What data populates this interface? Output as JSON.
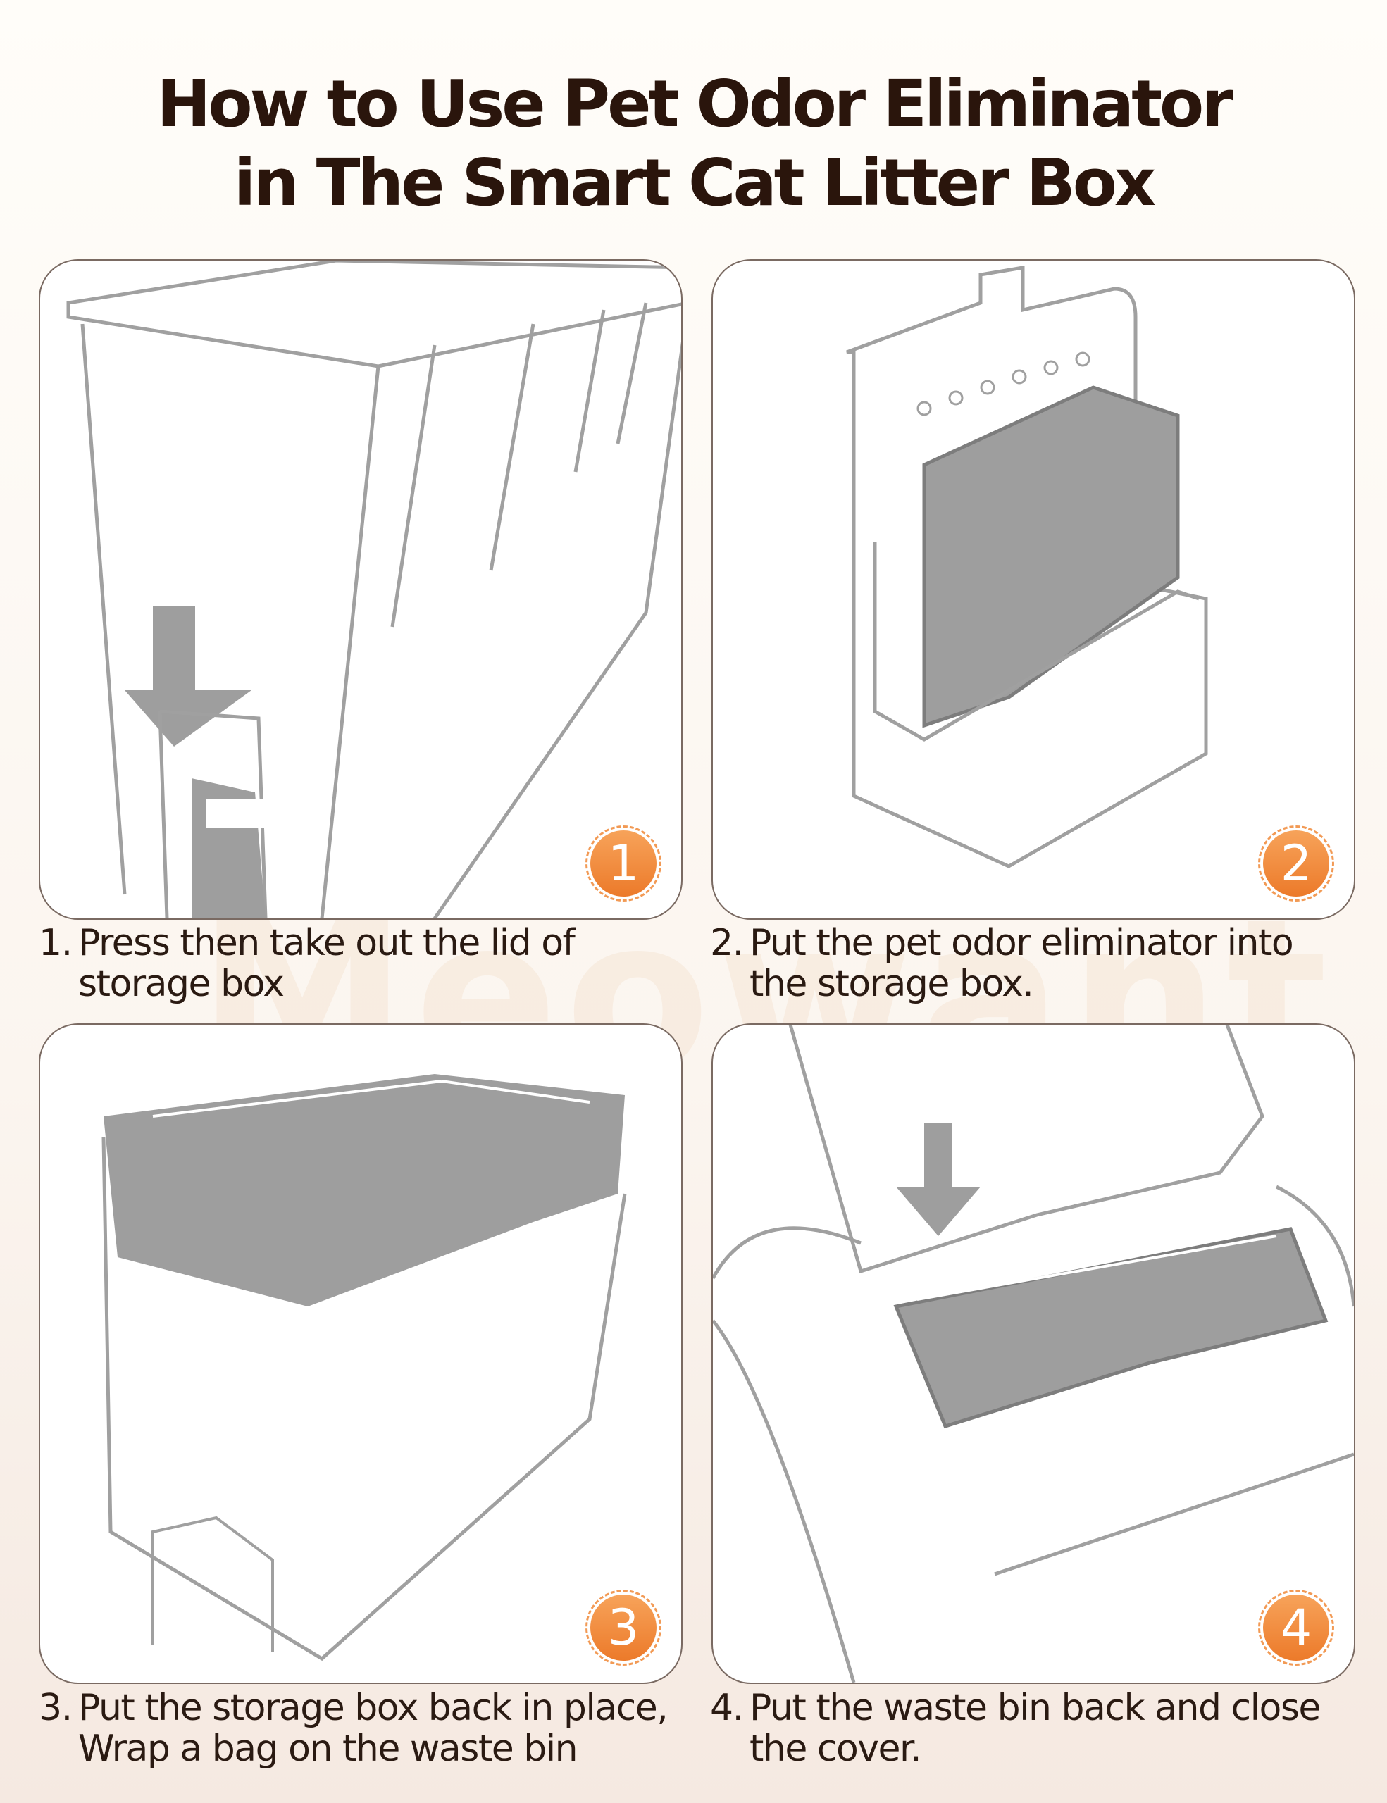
{
  "title": {
    "line1": "How to Use Pet Odor Eliminator",
    "line2": "in The Smart Cat Litter Box"
  },
  "watermark": "Meowant",
  "colors": {
    "badge": "#ec7a2a",
    "illustration_gray": "#9e9e9e",
    "text": "#2a150c"
  },
  "steps": [
    {
      "badge": "1",
      "num": "1.",
      "text": "Press then take out the lid of storage box"
    },
    {
      "badge": "2",
      "num": "2.",
      "text": "Put the pet odor eliminator into the storage box."
    },
    {
      "badge": "3",
      "num": "3.",
      "text": "Put the storage box back in place, Wrap a bag on the waste bin"
    },
    {
      "badge": "4",
      "num": "4.",
      "text": "Put the waste bin back and close the cover."
    }
  ]
}
